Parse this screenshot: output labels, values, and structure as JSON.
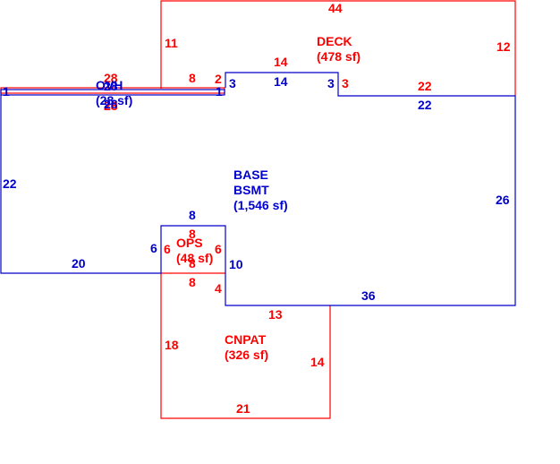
{
  "colors": {
    "red": "#ff0000",
    "blue": "#0000cc"
  },
  "areas": {
    "deck": {
      "name": "DECK",
      "area": "(478 sf)"
    },
    "base": {
      "line1": "BASE",
      "line2": "BSMT",
      "area": "(1,546 sf)"
    },
    "ops": {
      "name": "OPS",
      "area": "(48 sf)"
    },
    "cnpat": {
      "name": "CNPAT",
      "area": "(326 sf)"
    },
    "ovh": {
      "name": "OVH",
      "area": "(28 sf)"
    }
  },
  "dims": {
    "deck_top": "44",
    "deck_left": "11",
    "deck_right": "12",
    "deck_notch_top": "14",
    "deck_bottom_right": "22",
    "deck_bottom_left": "8",
    "deck_notch_left": "2",
    "deck_notch_right": "3",
    "base_top_right": "22",
    "base_notch_top": "14",
    "base_notch_left": "3",
    "base_notch_right": "3",
    "base_left": "22",
    "base_right": "26",
    "base_bottom_right": "36",
    "base_bottom_left": "20",
    "base_ops_right": "10",
    "base_ops_top": "8",
    "base_ops_left": "6",
    "ops_top": "8",
    "ops_bottom": "8",
    "ops_left": "6",
    "ops_right": "6",
    "cnpat_top_left": "8",
    "cnpat_top_right": "13",
    "cnpat_notch": "4",
    "cnpat_left": "18",
    "cnpat_right": "14",
    "cnpat_bottom": "21",
    "ovh_top_red": "28",
    "ovh_top_blue": "28",
    "ovh_bottom_red": "28",
    "ovh_bottom_blue": "28",
    "ovh_left": "1",
    "ovh_right": "1"
  }
}
